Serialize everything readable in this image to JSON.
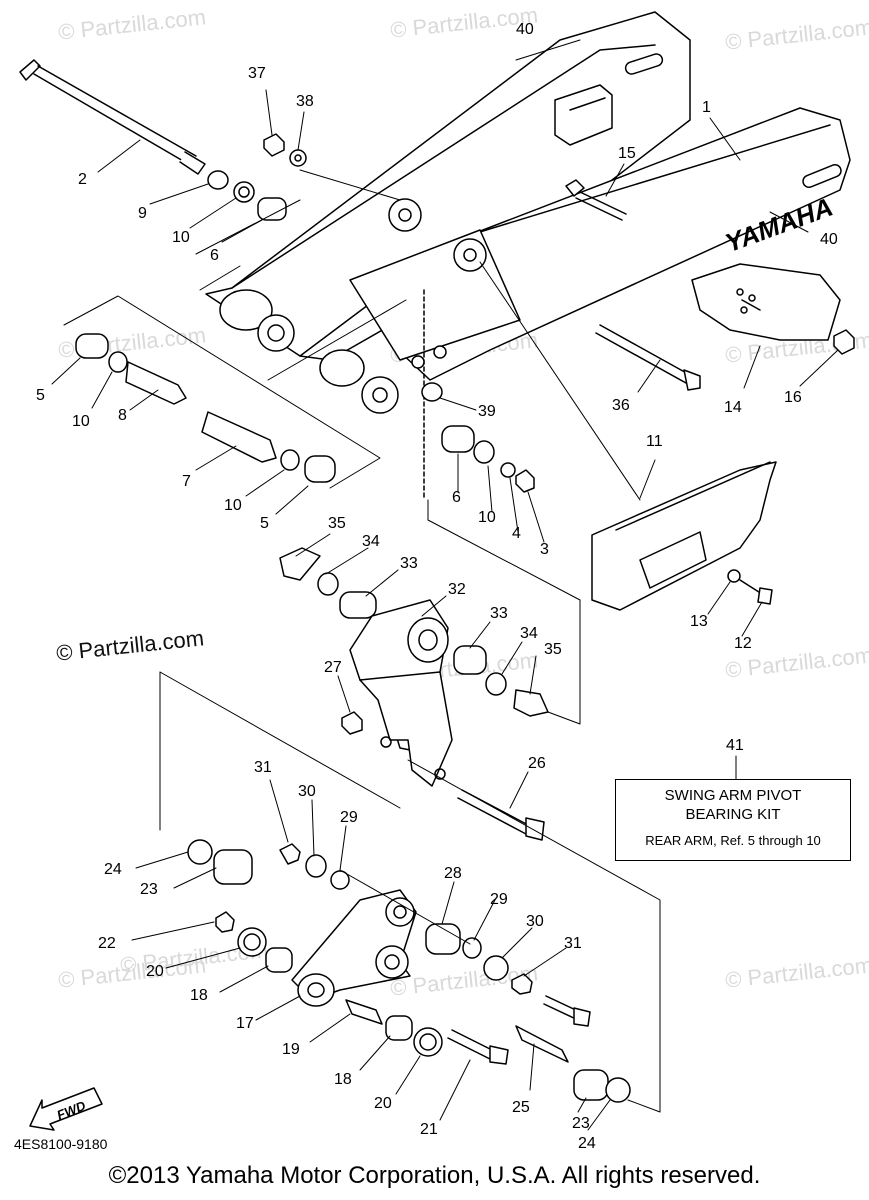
{
  "watermarks": [
    "© Partzilla.com",
    "© Partzilla.com",
    "© Partzilla.com",
    "© Partzilla.com",
    "© Partzilla.com",
    "© Partzilla.com",
    "© Partzilla.com",
    "© Partzilla.com",
    "© Partzilla.com",
    "© Partzilla.com",
    "© Partzilla.com",
    "© Partzilla.com"
  ],
  "brand_stamp": "© Partzilla.com",
  "swingarm_logo": "YAMAHA",
  "callouts": [
    "40",
    "37",
    "38",
    "1",
    "2",
    "9",
    "15",
    "10",
    "6",
    "40",
    "5",
    "10",
    "8",
    "36",
    "14",
    "16",
    "39",
    "7",
    "10",
    "5",
    "6",
    "10",
    "4",
    "3",
    "11",
    "35",
    "34",
    "33",
    "32",
    "13",
    "12",
    "33",
    "34",
    "35",
    "27",
    "31",
    "30",
    "29",
    "41",
    "26",
    "24",
    "23",
    "28",
    "29",
    "30",
    "31",
    "22",
    "20",
    "18",
    "17",
    "19",
    "18",
    "20",
    "21",
    "25",
    "23",
    "24"
  ],
  "kit_box": {
    "title_line1": "SWING ARM PIVOT",
    "title_line2": "BEARING KIT",
    "note": "REAR ARM, Ref.  5 through 10"
  },
  "fwd_label": "FWD",
  "figure_code": "4ES8100-9180",
  "copyright": "©2013 Yamaha Motor Corporation, U.S.A. All rights reserved."
}
